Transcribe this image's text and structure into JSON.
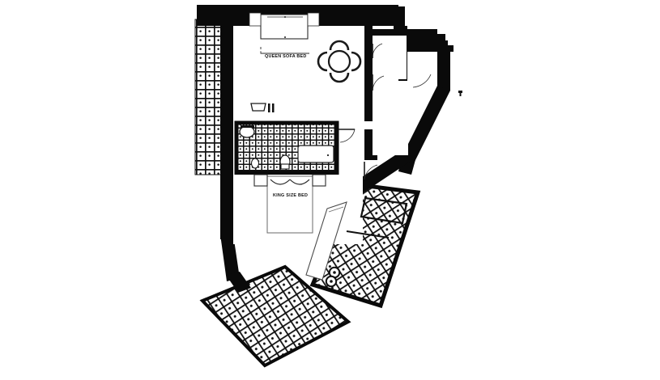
{
  "document": {
    "type": "architectural-floor-plan",
    "background_color": "#ffffff",
    "page_color": "#ffffff",
    "ink_color": "#0a0a0a"
  },
  "floor_plan": {
    "labels": [
      {
        "id": "queen-sofa-bed",
        "text": "QUEEN SOFA BED"
      },
      {
        "id": "king-size-bed",
        "text": "KING SIZE BED"
      }
    ],
    "rooms": [
      {
        "name": "living-dining-room",
        "tiled": false
      },
      {
        "name": "bathroom",
        "tiled": true
      },
      {
        "name": "bedroom",
        "tiled": false
      },
      {
        "name": "entry-hall",
        "tiled": false
      },
      {
        "name": "kitchen-angled",
        "tiled": true
      },
      {
        "name": "terrace-left-balcony",
        "tiled": true
      },
      {
        "name": "terrace-lower-left",
        "tiled": true
      },
      {
        "name": "terrace-lower-right",
        "tiled": true
      }
    ],
    "furniture": [
      {
        "name": "queen-sofa-bed",
        "room": "living-dining-room"
      },
      {
        "name": "dining-table",
        "room": "living-dining-room",
        "seats": 4,
        "shape": "round"
      },
      {
        "name": "king-size-bed",
        "room": "bedroom"
      },
      {
        "name": "nightstand-left",
        "room": "bedroom"
      },
      {
        "name": "nightstand-right",
        "room": "bedroom"
      },
      {
        "name": "bathtub",
        "room": "bathroom"
      },
      {
        "name": "sink",
        "room": "bathroom"
      },
      {
        "name": "toilet",
        "room": "bathroom"
      },
      {
        "name": "bidet",
        "room": "bathroom"
      },
      {
        "name": "vanity-mirror",
        "room": "bathroom"
      },
      {
        "name": "stove-burners",
        "room": "kitchen-angled",
        "count": 2
      },
      {
        "name": "desk",
        "room": "bedroom"
      }
    ],
    "doors": [
      {
        "name": "living-to-hall-door",
        "type": "swing"
      },
      {
        "name": "hall-interior-door",
        "type": "swing"
      },
      {
        "name": "bathroom-door",
        "type": "swing"
      },
      {
        "name": "bedroom-door",
        "type": "swing"
      },
      {
        "name": "entry-door",
        "type": "swing"
      }
    ],
    "markers": [
      {
        "name": "north-marker",
        "text": ""
      }
    ]
  }
}
